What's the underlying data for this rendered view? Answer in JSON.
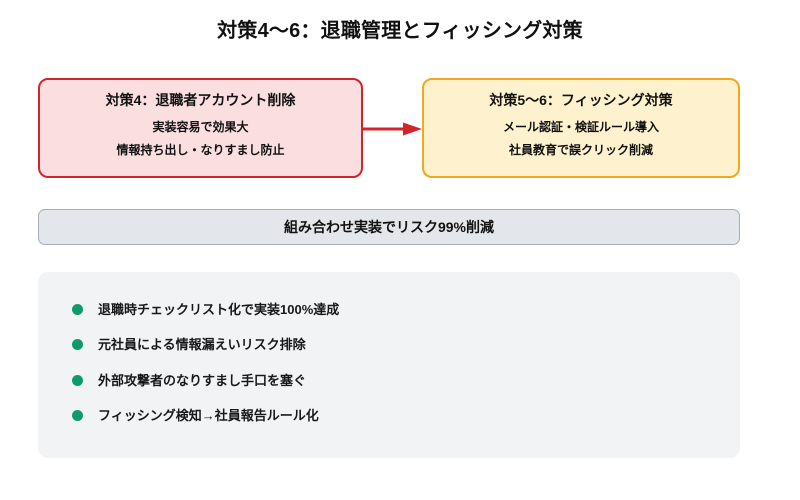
{
  "title": "対策4〜6：退職管理とフィッシング対策",
  "colors": {
    "left_card_fill": "#fbdfe0",
    "left_card_border": "#d2242c",
    "right_card_fill": "#fdf2cd",
    "right_card_border": "#f2a81b",
    "arrow": "#d2242c",
    "banner_fill": "#e3e6ea",
    "banner_border": "#a9aeb5",
    "panel_fill": "#f2f3f5",
    "bullet_dot": "#0e9b69",
    "text": "#111111"
  },
  "cards": {
    "left": {
      "heading": "対策4：退職者アカウント削除",
      "lines": [
        "実装容易で効果大",
        "情報持ち出し・なりすまし防止"
      ]
    },
    "right": {
      "heading": "対策5〜6：フィッシング対策",
      "lines": [
        "メール認証・検証ルール導入",
        "社員教育で誤クリック削減"
      ]
    }
  },
  "arrow": {
    "icon": "arrow-right-icon",
    "direction": "left-to-right"
  },
  "banner": {
    "text": "組み合わせ実装でリスク99%削減"
  },
  "bullets": [
    {
      "icon": "bullet-dot-icon",
      "text": "退職時チェックリスト化で実装100%達成"
    },
    {
      "icon": "bullet-dot-icon",
      "text": "元社員による情報漏えいリスク排除"
    },
    {
      "icon": "bullet-dot-icon",
      "text": "外部攻撃者のなりすまし手口を塞ぐ"
    },
    {
      "icon": "bullet-dot-icon",
      "text": "フィッシング検知→社員報告ルール化"
    }
  ]
}
